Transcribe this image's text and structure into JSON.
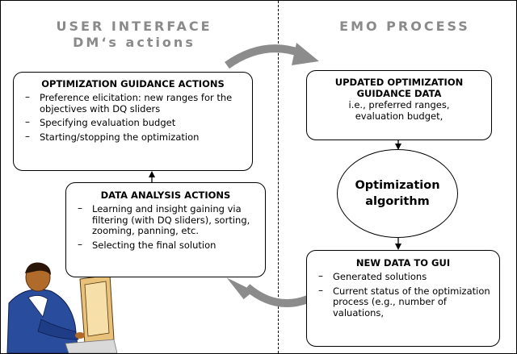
{
  "headers": {
    "left_line1": "USER INTERFACE",
    "left_line2": "DM‘s actions",
    "right": "EMO PROCESS"
  },
  "guidance_box": {
    "title": "OPTIMIZATION GUIDANCE ACTIONS",
    "items": [
      "Preference elicitation: new ranges for the objectives with DQ sliders",
      "Specifying evaluation budget",
      "Starting/stopping the optimization"
    ]
  },
  "analysis_box": {
    "title": "DATA ANALYSIS ACTIONS",
    "items": [
      "Learning and insight gaining via filtering (with DQ sliders), sorting, zooming, panning, etc.",
      "Selecting the final solution"
    ]
  },
  "updated_box": {
    "title_line1": "UPDATED OPTIMIZATION",
    "title_line2": "GUIDANCE DATA",
    "sub_line1": "i.e., preferred ranges,",
    "sub_line2": "evaluation budget,"
  },
  "algorithm": {
    "line1": "Optimization",
    "line2": "algorithm"
  },
  "newdata_box": {
    "title": "NEW DATA TO GUI",
    "items": [
      "Generated solutions",
      "Current status of the optimization process (e.g., number of valuations,"
    ]
  },
  "colors": {
    "header_gray": "#8a8a8a",
    "curved_arrow_gray": "#8c8c8c",
    "line": "#000000"
  },
  "icons": [
    "person-at-computer-icon"
  ]
}
